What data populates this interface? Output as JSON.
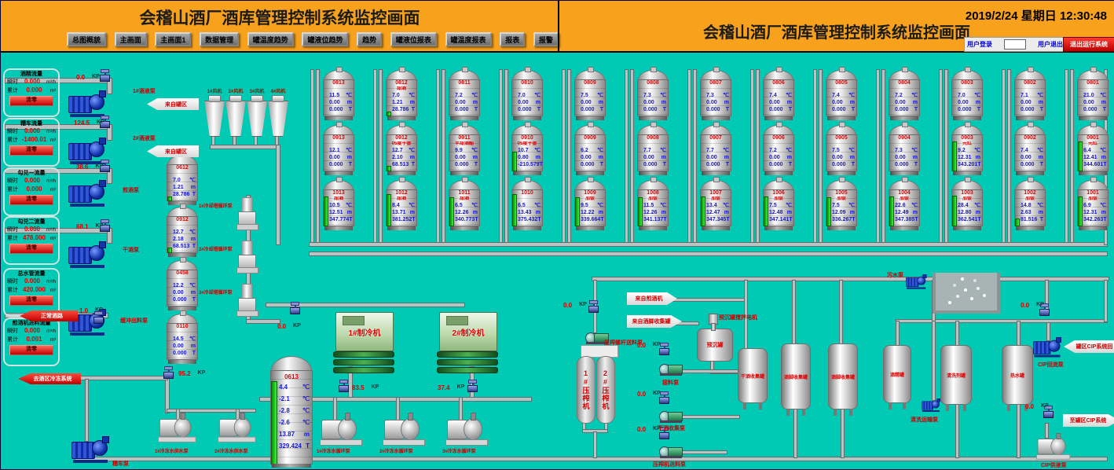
{
  "header": {
    "title_left": "会稽山酒厂酒库管理控制系统监控画面",
    "title_right": "会稽山酒厂酒库管理控制系统监控画面",
    "datetime": "2019/2/24 星期日 12:30:48",
    "nav": [
      "总图概貌",
      "主画面",
      "主画面1",
      "数据管理",
      "罐温度趋势",
      "罐液位趋势",
      "趋势",
      "罐液位报表",
      "罐温度报表",
      "报表",
      "报警"
    ],
    "user_login": "用户登录",
    "user_logout": "用户退出",
    "exit_system": "退出运行系统",
    "login_input_value": ""
  },
  "colors": {
    "header_bg": "#F7A11C",
    "screen_bg": "#00C9B4",
    "alarm_red": "#E00000",
    "value_blue": "#1515DD",
    "level_green": "#00CC00"
  },
  "sidebar": {
    "meters": [
      {
        "title": "酒精流量",
        "inst_label": "瞬时",
        "inst_value": "0.000",
        "inst_unit": "m³/h",
        "total_label": "累计",
        "total_value": "0.000",
        "total_unit": "m³",
        "clear": "清零"
      },
      {
        "title": "糟车流量",
        "inst_label": "瞬时",
        "inst_value": "0.000",
        "inst_unit": "m³/h",
        "total_label": "累计",
        "total_value": "-1400.01",
        "total_unit": "m³",
        "clear": "清零"
      },
      {
        "title": "勾兑一流量",
        "inst_label": "瞬时",
        "inst_value": "0.000",
        "inst_unit": "m³/h",
        "total_label": "累计",
        "total_value": "0.000",
        "total_unit": "m³",
        "clear": "清零"
      },
      {
        "title": "勾兑二流量",
        "inst_label": "瞬时",
        "inst_value": "0.000",
        "inst_unit": "m³/h",
        "total_label": "累计",
        "total_value": "478.000",
        "total_unit": "m³",
        "clear": "清零"
      },
      {
        "title": "总水管流量",
        "inst_label": "瞬时",
        "inst_value": "0.000",
        "inst_unit": "m³/h",
        "total_label": "累计",
        "total_value": "420.000",
        "total_unit": "m³",
        "clear": "清零"
      },
      {
        "title": "煎酒机进料流量",
        "inst_label": "瞬时",
        "inst_value": "0.000",
        "inst_unit": "m³/h",
        "total_label": "累计",
        "total_value": "0.001",
        "total_unit": "m³",
        "clear": "清零"
      }
    ]
  },
  "tank_farm": {
    "units": {
      "temp": "℃",
      "level": "m",
      "weight": "T"
    },
    "rows": [
      {
        "tanks": [
          {
            "id": "0813",
            "product": "",
            "temp": "11.5",
            "level": "0.00",
            "weight": "0.000",
            "fill": 0
          },
          {
            "id": "0812",
            "product": "甜酒",
            "temp": "7.0",
            "level": "1.21",
            "weight": "28.786",
            "fill": 0.1
          },
          {
            "id": "0811",
            "product": "",
            "temp": "7.2",
            "level": "0.00",
            "weight": "0.000",
            "fill": 0
          },
          {
            "id": "0810",
            "product": "",
            "temp": "7.0",
            "level": "0.00",
            "weight": "0.000",
            "fill": 0
          },
          {
            "id": "0809",
            "product": "",
            "temp": "7.5",
            "level": "0.00",
            "weight": "0.000",
            "fill": 0
          },
          {
            "id": "0808",
            "product": "",
            "temp": "7.3",
            "level": "0.00",
            "weight": "0.000",
            "fill": 0
          },
          {
            "id": "0807",
            "product": "",
            "temp": "7.3",
            "level": "0.00",
            "weight": "0.000",
            "fill": 0
          },
          {
            "id": "0806",
            "product": "",
            "temp": "7.4",
            "level": "0.00",
            "weight": "0.000",
            "fill": 0
          },
          {
            "id": "0805",
            "product": "",
            "temp": "7.4",
            "level": "0.00",
            "weight": "0.000",
            "fill": 0
          },
          {
            "id": "0804",
            "product": "",
            "temp": "7.2",
            "level": "0.00",
            "weight": "0.000",
            "fill": 0
          },
          {
            "id": "0803",
            "product": "",
            "temp": "7.0",
            "level": "0.00",
            "weight": "0.000",
            "fill": 0
          },
          {
            "id": "0802",
            "product": "",
            "temp": "7.1",
            "level": "0.00",
            "weight": "0.000",
            "fill": 0
          },
          {
            "id": "0801",
            "product": "",
            "temp": "21.0",
            "level": "0.00",
            "weight": "0.000",
            "fill": 0
          }
        ]
      },
      {
        "tanks": [
          {
            "id": "0913",
            "product": "",
            "temp": "12.1",
            "level": "0.00",
            "weight": "0.000",
            "fill": 0
          },
          {
            "id": "0912",
            "product": "05度干香",
            "temp": "12.7",
            "level": "2.10",
            "weight": "68.513",
            "fill": 0.12
          },
          {
            "id": "0911",
            "product": "半甜酒醅",
            "temp": "9.9",
            "level": "0.00",
            "weight": "0.000",
            "fill": 0
          },
          {
            "id": "0910",
            "product": "05度干香",
            "temp": "10.7",
            "level": "0.80",
            "weight": "-210.579",
            "fill": 0.55
          },
          {
            "id": "0909",
            "product": "",
            "temp": "6.2",
            "level": "0.00",
            "weight": "0.000",
            "fill": 0
          },
          {
            "id": "0908",
            "product": "",
            "temp": "7.7",
            "level": "0.00",
            "weight": "0.000",
            "fill": 0
          },
          {
            "id": "0907",
            "product": "",
            "temp": "7.7",
            "level": "0.00",
            "weight": "0.000",
            "fill": 0
          },
          {
            "id": "0906",
            "product": "",
            "temp": "7.2",
            "level": "0.00",
            "weight": "0.000",
            "fill": 0
          },
          {
            "id": "0905",
            "product": "",
            "temp": "7.5",
            "level": "0.00",
            "weight": "0.000",
            "fill": 0
          },
          {
            "id": "0904",
            "product": "",
            "temp": "7.3",
            "level": "0.00",
            "weight": "0.000",
            "fill": 0
          },
          {
            "id": "0903",
            "product": "元红",
            "temp": "9.2",
            "level": "12.31",
            "weight": "343.201",
            "fill": 0.85
          },
          {
            "id": "0902",
            "product": "",
            "temp": "7.4",
            "level": "0.00",
            "weight": "0.000",
            "fill": 0
          },
          {
            "id": "0901",
            "product": "元红",
            "temp": "6.4",
            "level": "12.41",
            "weight": "344.601",
            "fill": 0.85
          }
        ]
      },
      {
        "tanks": [
          {
            "id": "1013",
            "product": "甜酒",
            "temp": "10.5",
            "level": "12.51",
            "weight": "347.774",
            "fill": 0.86
          },
          {
            "id": "1012",
            "product": "甜酒",
            "temp": "8.4",
            "level": "13.71",
            "weight": "381.252",
            "fill": 0.94
          },
          {
            "id": "1011",
            "product": "甜酒",
            "temp": "6.5",
            "level": "12.26",
            "weight": "340.773",
            "fill": 0.84
          },
          {
            "id": "1010",
            "product": "",
            "temp": "6.5",
            "level": "13.43",
            "weight": "375.432",
            "fill": 0.92
          },
          {
            "id": "1009",
            "product": "加饭",
            "temp": "9.5",
            "level": "12.22",
            "weight": "339.664",
            "fill": 0.84
          },
          {
            "id": "1008",
            "product": "加饭",
            "temp": "11.5",
            "level": "12.26",
            "weight": "341.137",
            "fill": 0.84
          },
          {
            "id": "1007",
            "product": "加饭",
            "temp": "13.4",
            "level": "12.47",
            "weight": "347.345",
            "fill": 0.86
          },
          {
            "id": "1006",
            "product": "加饭",
            "temp": "7.5",
            "level": "12.48",
            "weight": "347.141",
            "fill": 0.86
          },
          {
            "id": "1005",
            "product": "加饭",
            "temp": "7.5",
            "level": "12.09",
            "weight": "336.267",
            "fill": 0.83
          },
          {
            "id": "1004",
            "product": "加饭",
            "temp": "22.6",
            "level": "12.49",
            "weight": "347.385",
            "fill": 0.86
          },
          {
            "id": "1003",
            "product": "加饭",
            "temp": "28.4",
            "level": "12.80",
            "weight": "362.541",
            "fill": 0.88
          },
          {
            "id": "1002",
            "product": "加饭",
            "temp": "14.8",
            "level": "2.63",
            "weight": "81.516",
            "fill": 0.18
          },
          {
            "id": "1001",
            "product": "加饭",
            "temp": "6.9",
            "level": "12.31",
            "weight": "342.263",
            "fill": 0.85
          }
        ]
      }
    ]
  },
  "side_tanks": [
    {
      "id": "0612",
      "product": "",
      "temp": "7.0",
      "level": "1.21",
      "weight": "28.786",
      "fill": 0.1
    },
    {
      "id": "0912",
      "product": "",
      "temp": "12.7",
      "level": "2.18",
      "weight": "68.513",
      "fill": 0.12
    },
    {
      "id": "0458",
      "product": "",
      "temp": "12.2",
      "level": "0.00",
      "weight": "0.000",
      "fill": 0
    },
    {
      "id": "0110",
      "product": "",
      "temp": "14.5",
      "level": "0.00",
      "weight": "0.000",
      "fill": 0
    }
  ],
  "ice_tank": {
    "id": "0613",
    "values": [
      {
        "v": "4.4",
        "u": "℃"
      },
      {
        "v": "-2.1",
        "u": "℃"
      },
      {
        "v": "-2.8",
        "u": "℃"
      },
      {
        "v": "-2.6",
        "u": "℃"
      },
      {
        "v": "13.87",
        "u": "m"
      },
      {
        "v": "329.424",
        "u": "T"
      }
    ]
  },
  "hoppers": [
    "1#风机",
    "2#风机",
    "3#风机",
    "4#风机"
  ],
  "chillers": [
    "1#制冷机",
    "2#制冷机"
  ],
  "presses": [
    "1#压榨机",
    "2#压榨机"
  ],
  "labels": {
    "from_tank_area": "来自罐区",
    "pump_jiuye1": "1#酒液泵",
    "pump_jiuye2": "2#酒液泵",
    "pump_jianjiu": "煎酒泵",
    "pump_ganjiu": "干酒泵",
    "pump_huanchong": "缓冲出料泵",
    "cooling_tower_pumps": [
      "1#冷却塔循环泵",
      "2#冷却塔循环泵",
      "3#冷却塔循环泵"
    ],
    "chilled_circ_pumps": [
      "1#冷冻水循环泵",
      "2#冷冻水循环泵",
      "3#冷冻水循环泵"
    ],
    "chilled_supply_pumps": [
      "1#冷冻水供水泵",
      "2#冷冻水供水泵"
    ],
    "pump_zaoche": "糟车泵",
    "pump_screw": "压榨螺杆送料泵",
    "pump_jieliao": "接料泵",
    "pump_ganjiu_shouji": "干酒收集泵",
    "pump_yazha_jinliao": "压榨机进料泵",
    "pump_wushui": "污水泵",
    "pump_qingxi": "清洗运输泵",
    "pump_cip_back": "CIP回流泵",
    "pump_cip_supply": "CIP供液泵",
    "arrow_normal_path": "正常酒路",
    "arrow_to_cooling": "去酒区冷冻系统",
    "arrow_from_jianjiu": "来自煎酒机",
    "arrow_from_jiujiao": "来自酒脚收集罐",
    "arrow_cip_return": "罐区CIP系统回",
    "arrow_cip_out": "至罐区CIP系统",
    "mixer_motor": "预沉罐搅拌电机",
    "tank_yuchen": "预沉罐",
    "tank_ganjiu": "干酒收集罐",
    "tank_jiujiao_a": "酒脚收集罐",
    "tank_jiujiao_b": "酒脚收集罐",
    "tank_jiujing": "酒精罐",
    "tank_qingxiji": "清洗剂罐",
    "tank_reshui": "热水罐"
  },
  "valves": {
    "v_jiuye1": {
      "value": "0.0",
      "unit": "KP"
    },
    "v_jiuye2": {
      "value": "124.5",
      "unit": "KP"
    },
    "v_jianjiu": {
      "value": "38.6",
      "unit": "KP"
    },
    "v_ganjiu": {
      "value": "68.1",
      "unit": "KP"
    },
    "v_huanchong": {
      "value": "1.0",
      "unit": "KP"
    },
    "v_bingshui": {
      "value": "0.0",
      "unit": "KP"
    },
    "v_gongshui": {
      "value": "95.2",
      "unit": "KP"
    },
    "v_zhileng1": {
      "value": "83.5",
      "unit": "KP"
    },
    "v_zhileng2": {
      "value": "37.4",
      "unit": "KP"
    },
    "v_yazha": {
      "value": "0.0",
      "unit": "KP"
    },
    "v_jieliao": {
      "value": "0.0",
      "unit": "KP"
    },
    "v_shouji": {
      "value": "0.0",
      "unit": "KP"
    },
    "v_jinliao": {
      "value": "0.0",
      "unit": "KP"
    },
    "v_cip_hui": {
      "value": "0.0",
      "unit": "KP"
    },
    "v_cip_gong": {
      "value": "0.0",
      "unit": "KP"
    }
  }
}
